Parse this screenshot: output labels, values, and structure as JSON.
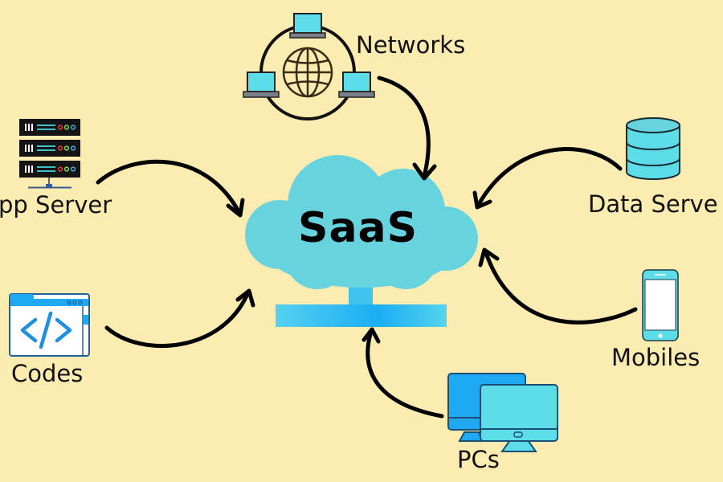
{
  "diagram": {
    "center": {
      "label": "SaaS",
      "icon": "cloud-icon"
    },
    "nodes": [
      {
        "id": "networks",
        "label": "Networks",
        "icon": "network-globe-icon"
      },
      {
        "id": "app-server",
        "label": "App Server",
        "visible_label": "pp Server",
        "icon": "server-rack-icon"
      },
      {
        "id": "codes",
        "label": "Codes",
        "icon": "code-window-icon"
      },
      {
        "id": "data-server",
        "label": "Data Server",
        "visible_label": "Data Serve",
        "icon": "database-icon"
      },
      {
        "id": "mobiles",
        "label": "Mobiles",
        "icon": "mobile-phone-icon"
      },
      {
        "id": "pcs",
        "label": "PCs",
        "icon": "desktop-monitors-icon"
      }
    ],
    "edges": [
      {
        "from": "networks",
        "to": "saas"
      },
      {
        "from": "app-server",
        "to": "saas"
      },
      {
        "from": "codes",
        "to": "saas"
      },
      {
        "from": "data-server",
        "to": "saas"
      },
      {
        "from": "mobiles",
        "to": "saas"
      },
      {
        "from": "pcs",
        "to": "saas"
      }
    ]
  },
  "colors": {
    "background": "#fcecb1",
    "cloud": "#67d3de",
    "stand": "#3cc0f0",
    "arrow": "#000000",
    "screen_light": "#5ddde8",
    "screen_blue": "#1fa9f2",
    "server_body": "#141414"
  }
}
